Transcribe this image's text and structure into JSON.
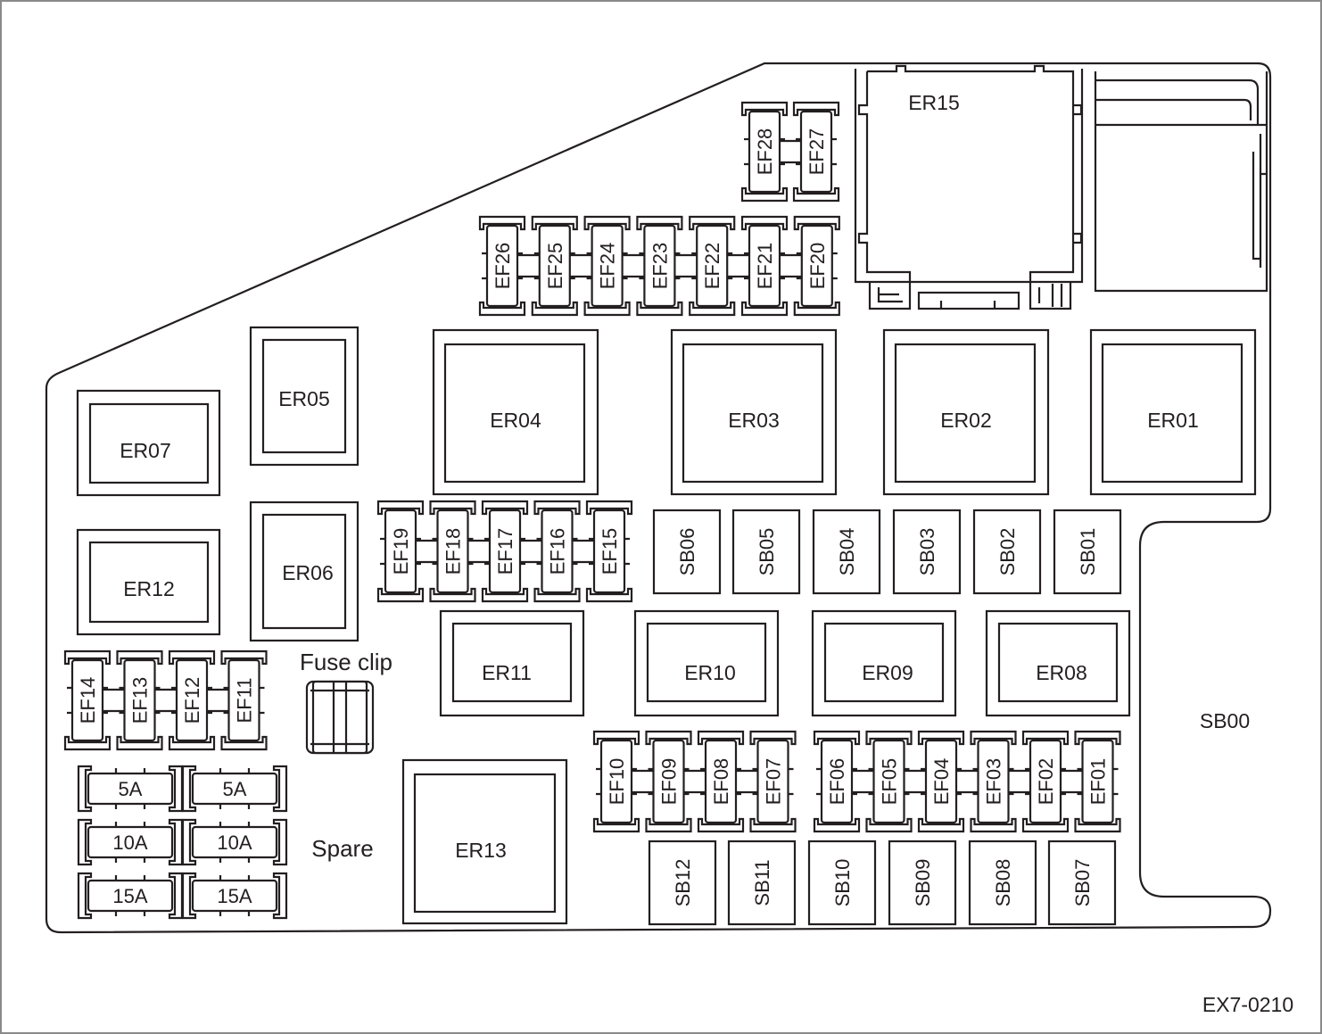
{
  "diagram": {
    "code": "EX7-0210",
    "fuse_clip_label": "Fuse clip",
    "spare_label": "Spare",
    "main_fuse_label": "SB00",
    "relays_large": [
      "ER04",
      "ER03",
      "ER02",
      "ER01"
    ],
    "relay_er15": "ER15",
    "relay_er05": "ER05",
    "relay_er06": "ER06",
    "relay_er07": "ER07",
    "relay_er12": "ER12",
    "relay_er13": "ER13",
    "relays_mid_row": [
      "ER11",
      "ER10",
      "ER09",
      "ER08"
    ],
    "fuses_top_pair": [
      "EF28",
      "EF27"
    ],
    "fuses_top_row": [
      "EF26",
      "EF25",
      "EF24",
      "EF23",
      "EF22",
      "EF21",
      "EF20"
    ],
    "fuses_mid_row": [
      "EF19",
      "EF18",
      "EF17",
      "EF16",
      "EF15"
    ],
    "fuses_left": [
      "EF14",
      "EF13",
      "EF12",
      "EF11"
    ],
    "fuses_bottom_left": [
      "EF10",
      "EF09",
      "EF08",
      "EF07"
    ],
    "fuses_bottom_right": [
      "EF06",
      "EF05",
      "EF04",
      "EF03",
      "EF02",
      "EF01"
    ],
    "slow_blow_upper": [
      "SB06",
      "SB05",
      "SB04",
      "SB03",
      "SB02",
      "SB01"
    ],
    "slow_blow_lower": [
      "SB12",
      "SB11",
      "SB10",
      "SB09",
      "SB08",
      "SB07"
    ],
    "spare_fuses": [
      "5A",
      "5A",
      "10A",
      "10A",
      "15A",
      "15A"
    ]
  }
}
